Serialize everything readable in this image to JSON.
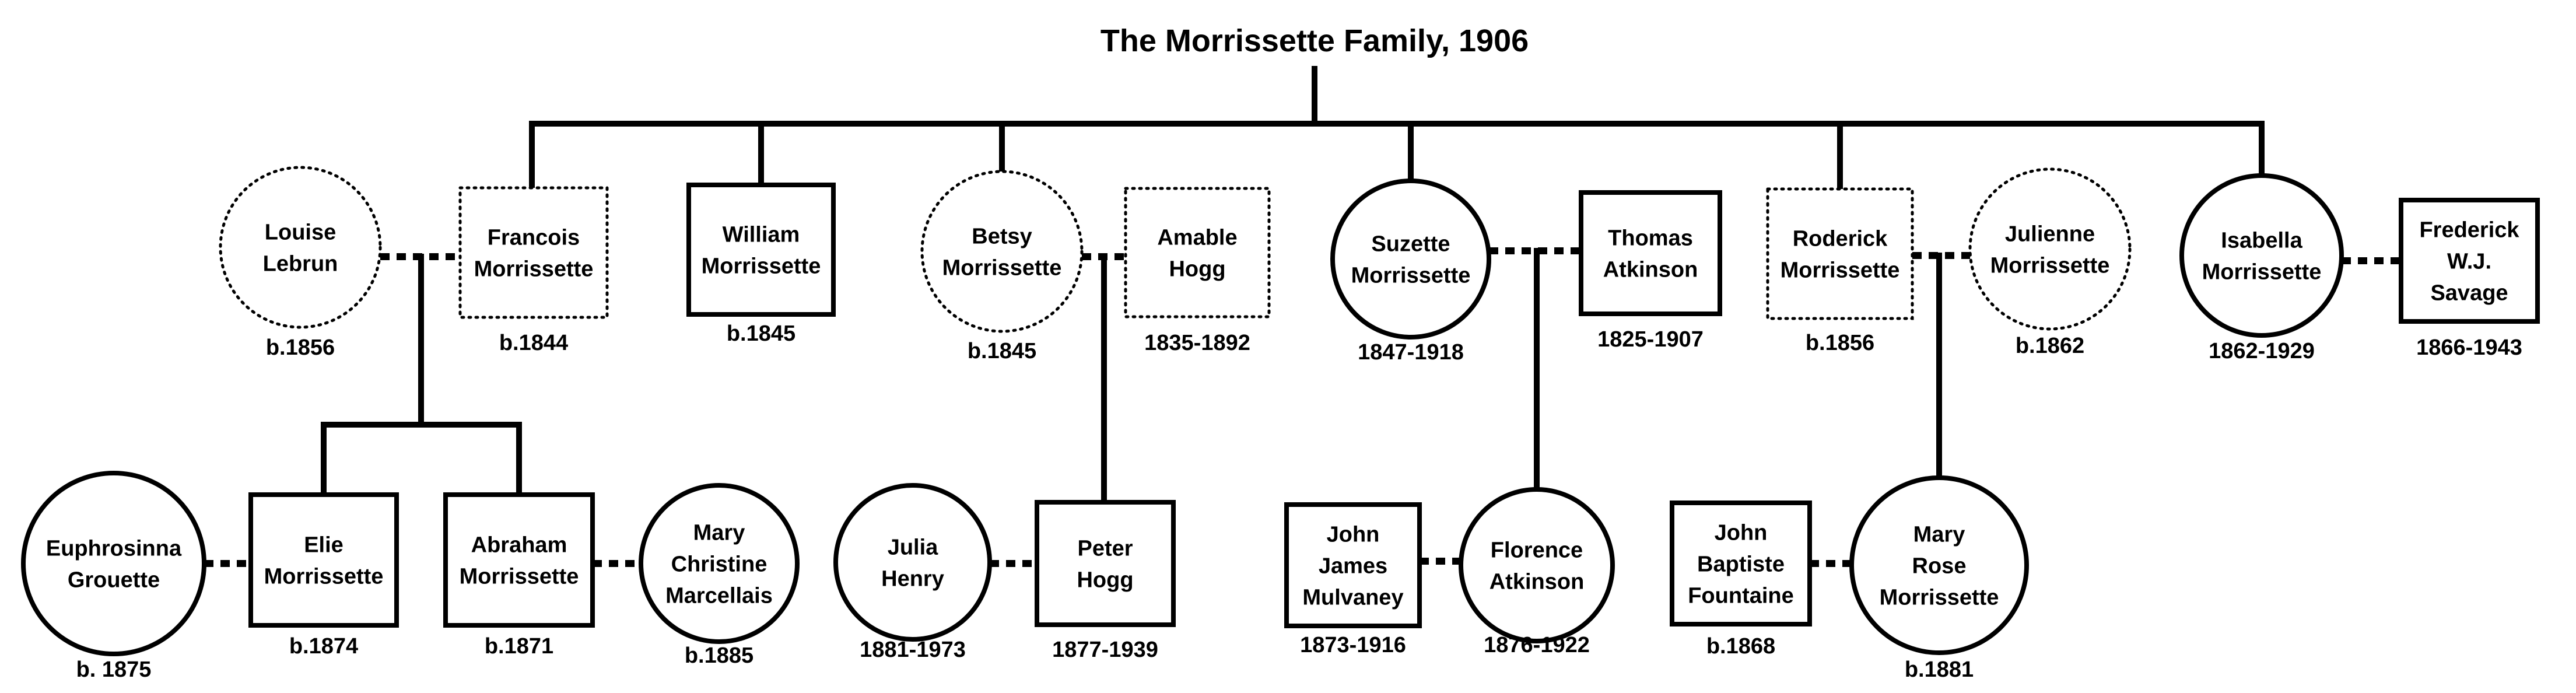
{
  "title": "The Morrissette Family, 1906",
  "colors": {
    "ink": "#000000",
    "background": "#ffffff"
  },
  "people": {
    "louise": {
      "lines": [
        "Louise",
        "Lebrun"
      ],
      "dates": "b.1856",
      "shape": "circle",
      "border": "dotted"
    },
    "francois": {
      "lines": [
        "Francois",
        "Morrissette"
      ],
      "dates": "b.1844",
      "shape": "square",
      "border": "dotted"
    },
    "william": {
      "lines": [
        "William",
        "Morrissette"
      ],
      "dates": "b.1845",
      "shape": "square",
      "border": "solid"
    },
    "betsy": {
      "lines": [
        "Betsy",
        "Morrissette"
      ],
      "dates": "b.1845",
      "shape": "circle",
      "border": "dotted"
    },
    "amable": {
      "lines": [
        "Amable",
        "Hogg"
      ],
      "dates": "1835-1892",
      "shape": "square",
      "border": "dotted"
    },
    "suzette": {
      "lines": [
        "Suzette",
        "Morrissette"
      ],
      "dates": "1847-1918",
      "shape": "circle",
      "border": "solid"
    },
    "thomas": {
      "lines": [
        "Thomas",
        "Atkinson"
      ],
      "dates": "1825-1907",
      "shape": "square",
      "border": "solid"
    },
    "roderick": {
      "lines": [
        "Roderick",
        "Morrissette"
      ],
      "dates": "b.1856",
      "shape": "square",
      "border": "dotted"
    },
    "julienne": {
      "lines": [
        "Julienne",
        "Morrissette"
      ],
      "dates": "b.1862",
      "shape": "circle",
      "border": "dotted"
    },
    "isabella": {
      "lines": [
        "Isabella",
        "Morrissette"
      ],
      "dates": "1862-1929",
      "shape": "circle",
      "border": "solid"
    },
    "frederick": {
      "lines": [
        "Frederick",
        "W.J.",
        "Savage"
      ],
      "dates": "1866-1943",
      "shape": "square",
      "border": "solid"
    },
    "euphrosinna": {
      "lines": [
        "Euphrosinna",
        "Grouette"
      ],
      "dates": "b. 1875",
      "shape": "circle",
      "border": "solid"
    },
    "elie": {
      "lines": [
        "Elie",
        "Morrissette"
      ],
      "dates": "b.1874",
      "shape": "square",
      "border": "solid"
    },
    "abraham": {
      "lines": [
        "Abraham",
        "Morrissette"
      ],
      "dates": "b.1871",
      "shape": "square",
      "border": "solid"
    },
    "mary_christine": {
      "lines": [
        "Mary",
        "Christine",
        "Marcellais"
      ],
      "dates": "b.1885",
      "shape": "circle",
      "border": "solid"
    },
    "julia": {
      "lines": [
        "Julia",
        "Henry"
      ],
      "dates": "1881-1973",
      "shape": "circle",
      "border": "solid"
    },
    "peter": {
      "lines": [
        "Peter",
        "Hogg"
      ],
      "dates": "1877-1939",
      "shape": "square",
      "border": "solid"
    },
    "john_james": {
      "lines": [
        "John",
        "James",
        "Mulvaney"
      ],
      "dates": "1873-1916",
      "shape": "square",
      "border": "solid"
    },
    "florence": {
      "lines": [
        "Florence",
        "Atkinson"
      ],
      "dates": "1876-1922",
      "shape": "circle",
      "border": "solid"
    },
    "john_baptiste": {
      "lines": [
        "John",
        "Baptiste",
        "Fountaine"
      ],
      "dates": "b.1868",
      "shape": "square",
      "border": "solid"
    },
    "mary_rose": {
      "lines": [
        "Mary",
        "Rose",
        "Morrissette"
      ],
      "dates": "b.1881",
      "shape": "circle",
      "border": "solid"
    }
  }
}
